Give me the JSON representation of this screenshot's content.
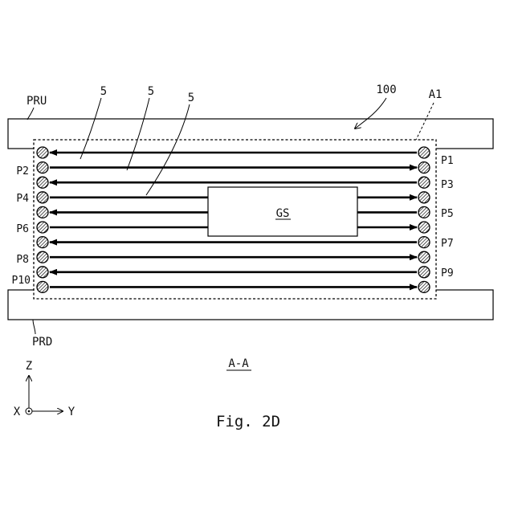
{
  "labels": {
    "pru": "PRU",
    "prd": "PRD",
    "ref100": "100",
    "a1": "A1",
    "five": [
      "5",
      "5",
      "5"
    ],
    "gs": "GS",
    "section": "A-A",
    "figure": "Fig. 2D"
  },
  "ports_right": [
    "P1",
    "P3",
    "P5",
    "P7",
    "P9"
  ],
  "ports_left": [
    "P2",
    "P4",
    "P6",
    "P8",
    "P10"
  ],
  "axes": {
    "z": "Z",
    "x": "X",
    "y": "Y"
  },
  "arrow_directions": [
    "left",
    "right",
    "left",
    "right",
    "left",
    "right",
    "left",
    "right",
    "left",
    "right"
  ]
}
